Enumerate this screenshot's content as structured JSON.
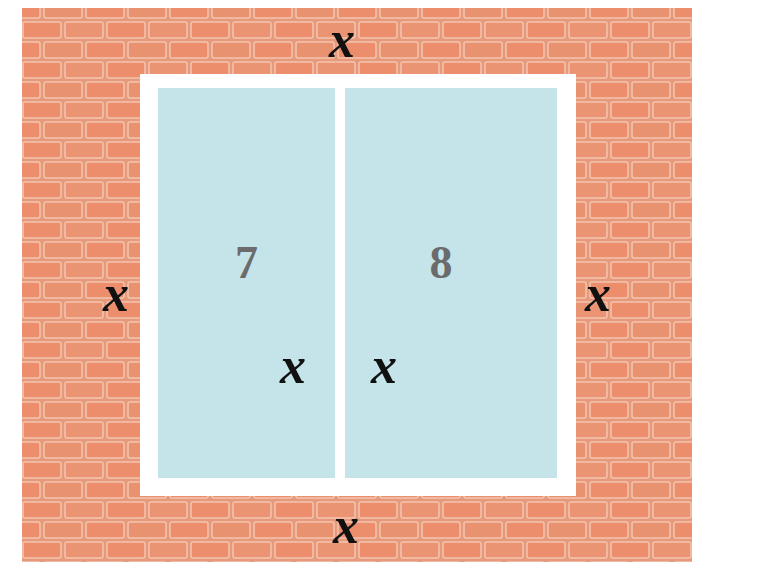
{
  "diagram": {
    "nodes": [
      {
        "text": [
          "7"
        ]
      },
      {
        "text": [
          "8"
        ]
      }
    ],
    "labels": [
      "x",
      "x",
      "x",
      "x",
      "x",
      "x"
    ]
  }
}
